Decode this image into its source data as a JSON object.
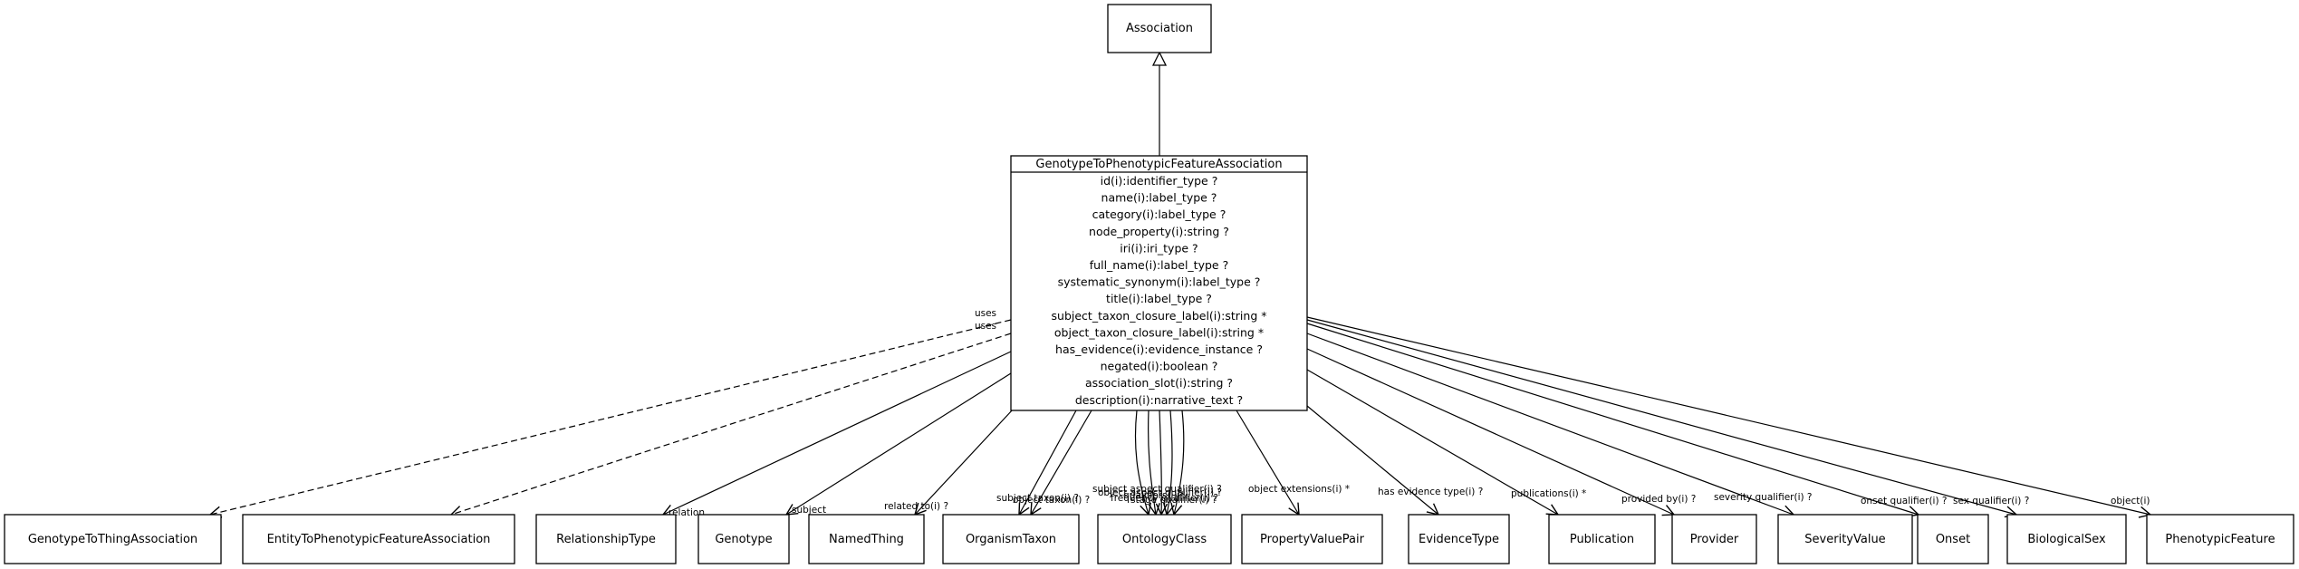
{
  "parent_class": "Association",
  "main_class": {
    "name": "GenotypeToPhenotypicFeatureAssociation",
    "attributes": [
      "id(i):identifier_type ?",
      "name(i):label_type ?",
      "category(i):label_type ?",
      "node_property(i):string ?",
      "iri(i):iri_type ?",
      "full_name(i):label_type ?",
      "systematic_synonym(i):label_type ?",
      "title(i):label_type ?",
      "subject_taxon_closure_label(i):string *",
      "object_taxon_closure_label(i):string *",
      "has_evidence(i):evidence_instance ?",
      "negated(i):boolean ?",
      "association_slot(i):string ?",
      "description(i):narrative_text ?"
    ]
  },
  "targets": [
    "GenotypeToThingAssociation",
    "EntityToPhenotypicFeatureAssociation",
    "RelationshipType",
    "Genotype",
    "NamedThing",
    "OrganismTaxon",
    "OntologyClass",
    "PropertyValuePair",
    "EvidenceType",
    "Publication",
    "Provider",
    "SeverityValue",
    "Onset",
    "BiologicalSex",
    "PhenotypicFeature"
  ],
  "edge_labels": {
    "uses_1": "uses",
    "uses_2": "uses",
    "relation": "relation",
    "subject": "subject",
    "related_to": "related to(i) ?",
    "subject_taxon": "subject taxon(i) ?",
    "object_taxon": "object taxon(i) ?",
    "ontology_1": "subject aspect qualifier(i) ?",
    "ontology_2": "object aspect qualifier(i) ?",
    "ontology_3": "qualifiers(i) *",
    "ontology_4": "frequency qualifier(i) ?",
    "ontology_5": "stage qualifier(i) ?",
    "object_extensions": "object extensions(i) *",
    "has_evidence_type": "has evidence type(i) ?",
    "publications": "publications(i) *",
    "provided_by": "provided by(i) ?",
    "severity_qualifier": "severity qualifier(i) ?",
    "onset_qualifier": "onset qualifier(i) ?",
    "sex_qualifier": "sex qualifier(i) ?",
    "object": "object(i)"
  }
}
